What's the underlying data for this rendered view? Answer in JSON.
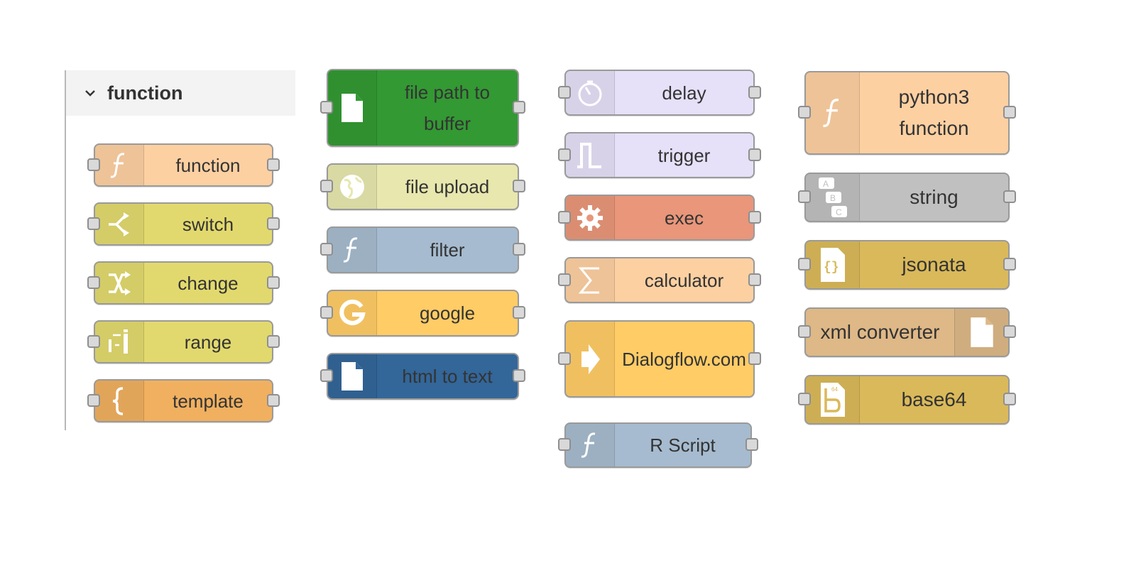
{
  "palette": {
    "category": "function"
  },
  "nodes": {
    "function": {
      "label": "function",
      "color": "#fdd0a2",
      "icon": "function-icon"
    },
    "switch": {
      "label": "switch",
      "color": "#e2d96e",
      "icon": "switch-icon"
    },
    "change": {
      "label": "change",
      "color": "#e2d96e",
      "icon": "change-icon"
    },
    "range": {
      "label": "range",
      "color": "#e2d96e",
      "icon": "range-icon"
    },
    "template": {
      "label": "template",
      "color": "#f0b060",
      "icon": "template-icon"
    },
    "filepath": {
      "label": "file path to buffer",
      "color": "#339933",
      "icon": "file-icon"
    },
    "fileupload": {
      "label": "file upload",
      "color": "#e7e7ae",
      "icon": "globe-icon"
    },
    "filter": {
      "label": "filter",
      "color": "#a6bbcf",
      "icon": "function-icon"
    },
    "google": {
      "label": "google",
      "color": "#ffcc66",
      "icon": "google-icon"
    },
    "htmltotext": {
      "label": "html to text",
      "color": "#336699",
      "icon": "file-icon"
    },
    "delay": {
      "label": "delay",
      "color": "#e6e0f8",
      "icon": "timer-icon"
    },
    "trigger": {
      "label": "trigger",
      "color": "#e6e0f8",
      "icon": "trigger-icon"
    },
    "exec": {
      "label": "exec",
      "color": "#e9967a",
      "icon": "gear-icon"
    },
    "calculator": {
      "label": "calculator",
      "color": "#fdd0a2",
      "icon": "sigma-icon"
    },
    "dialogflow": {
      "label": "Dialogflow.com",
      "color": "#ffcc66",
      "icon": "arrow-right-icon"
    },
    "rscript": {
      "label": "R Script",
      "color": "#a6bbcf",
      "icon": "function-icon"
    },
    "python3": {
      "label": "python3 function",
      "color": "#fdd0a2",
      "icon": "function-icon"
    },
    "string": {
      "label": "string",
      "color": "#c0c0c0",
      "icon": "abc-icon"
    },
    "jsonata": {
      "label": "jsonata",
      "color": "#dab95a",
      "icon": "braces-icon"
    },
    "xml": {
      "label": "xml converter",
      "color": "#deb887",
      "icon": "file-icon"
    },
    "base64": {
      "label": "base64",
      "color": "#dab95a",
      "icon": "base64-icon"
    }
  }
}
